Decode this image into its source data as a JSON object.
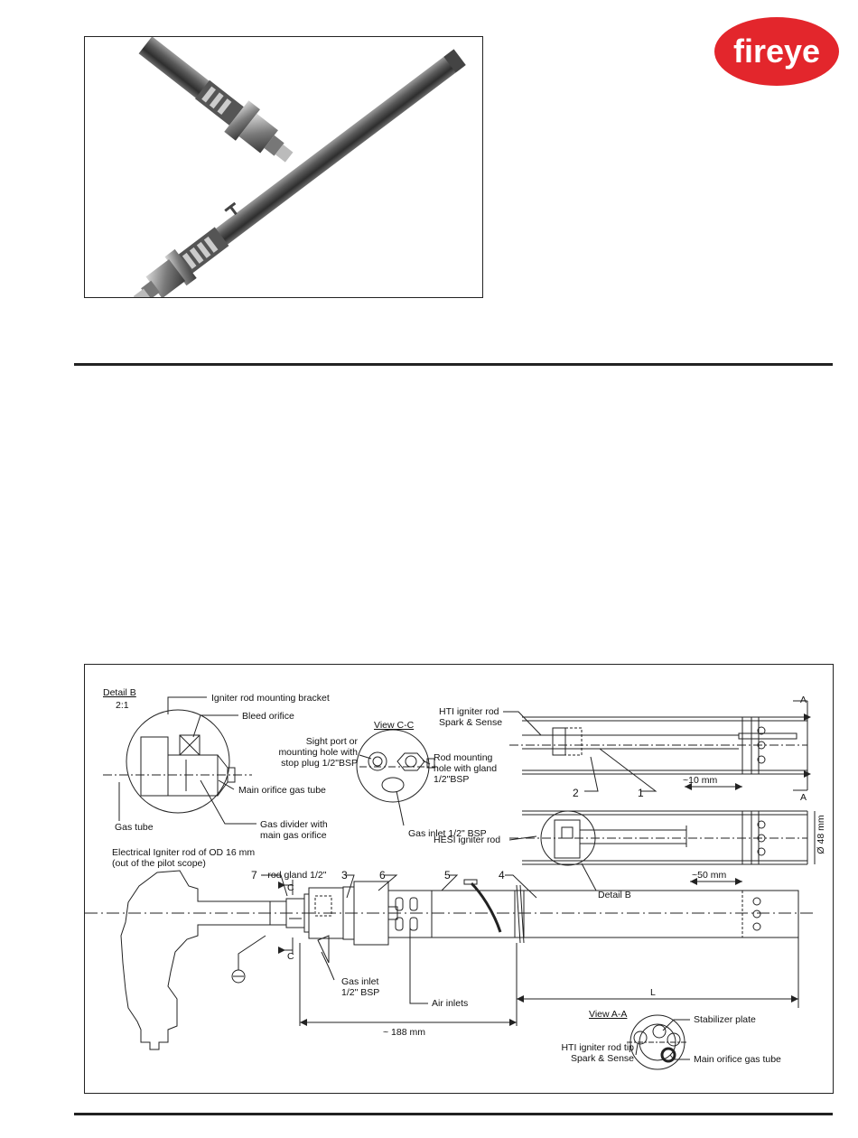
{
  "logo": {
    "text": "fireye",
    "color": "#e3262c"
  },
  "photo": {
    "subject": "gas pilot burner assembly"
  },
  "drawing": {
    "detail_b": {
      "title": "Detail B",
      "scale": "2:1"
    },
    "labels": {
      "igniter_bracket": "Igniter rod mounting bracket",
      "bleed_orifice": "Bleed orifice",
      "main_orifice_tube": "Main orifice gas tube",
      "gas_tube": "Gas tube",
      "gas_divider_1": "Gas divider with",
      "gas_divider_2": "main gas orifice",
      "view_cc": "View C-C",
      "sight_1": "Sight port or",
      "sight_2": "mounting hole with",
      "sight_3": "stop plug 1/2\"BSP",
      "rod_mount_1": "Rod mounting",
      "rod_mount_2": "hole with gland",
      "rod_mount_3": "1/2\"BSP",
      "gas_inlet_cc": "Gas inlet 1/2\" BSP",
      "hti_1": "HTI igniter rod",
      "hti_2": "Spark & Sense",
      "section_a": "A",
      "num_2": "2",
      "num_1": "1",
      "dim_10": "~10 mm",
      "hesi": "HESI igniter rod",
      "dim_48": "Ø 48 mm",
      "dim_50": "~50 mm",
      "detail_b_ref": "Detail B",
      "elec_1": "Electrical Igniter rod of OD 16 mm",
      "elec_2": "(out of the pilot scope)",
      "num_7": "7",
      "rod_gland": "- rod gland 1/2\"",
      "num_3": "3",
      "num_6": "6",
      "num_5": "5",
      "num_4": "4",
      "section_c": "C",
      "gas_inlet_1": "Gas inlet",
      "gas_inlet_2": "1/2\" BSP",
      "air_inlets": "Air inlets",
      "dim_l": "L",
      "dim_188": "~ 188 mm",
      "view_aa": "View A-A",
      "stabilizer": "Stabilizer plate",
      "hti_tip_1": "HTI igniter rod tip",
      "hti_tip_2": "Spark & Sense",
      "main_orifice_aa": "Main orifice gas tube"
    }
  }
}
